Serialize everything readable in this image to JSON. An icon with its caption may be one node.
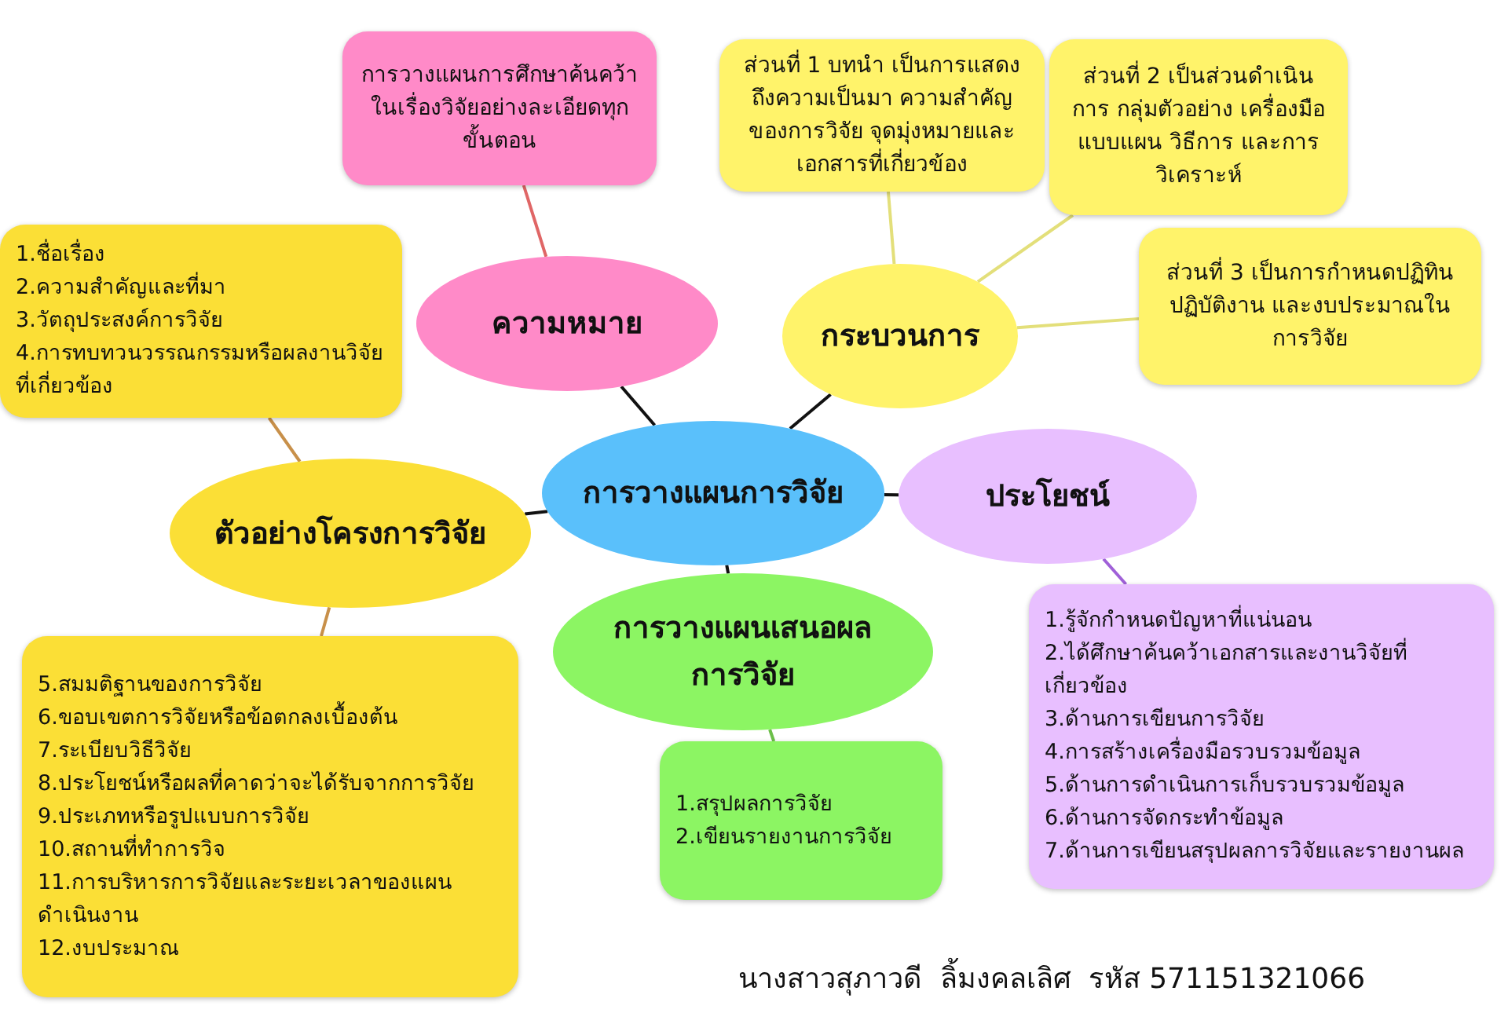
{
  "diagram": {
    "nodes": [
      {
        "text": [
          "การวางแผนการวิจัย"
        ]
      },
      {
        "text": [
          "ความหมาย"
        ]
      },
      {
        "text": [
          "การวางแผนการศึกษาค้นคว้าในเรื่องวิจัยอย่างละเอียดทุกขั้นตอน"
        ]
      },
      {
        "text": [
          "กระบวนการ"
        ]
      },
      {
        "text": [
          "ส่วนที่ 1 บทนำ เป็นการแสดงถึงความเป็นมา ความสำคัญของการวิจัย จุดมุ่งหมายและเอกสารที่เกี่ยวข้อง"
        ]
      },
      {
        "text": [
          "ส่วนที่ 2 เป็นส่วนดำเนินการ กลุ่มตัวอย่าง เครื่องมือ แบบแผน วิธีการ และการวิเคราะห์"
        ]
      },
      {
        "text": [
          "ส่วนที่ 3 เป็นการกำหนดปฏิทินปฏิบัติงาน และงบประมาณในการวิจัย"
        ]
      },
      {
        "text": [
          "ประโยชน์"
        ]
      },
      {
        "text": [
          "1.รู้จักกำหนดปัญหาที่แน่นอน",
          "2.ได้ศึกษาค้นคว้าเอกสารและงานวิจัยที่เกี่ยวข้อง",
          "3.ด้านการเขียนการวิจัย",
          "4.การสร้างเครื่องมือรวบรวมข้อมูล",
          "5.ด้านการดำเนินการเก็บรวบรวมข้อมูล",
          "6.ด้านการจัดกระทำข้อมูล",
          "7.ด้านการเขียนสรุปผลการวิจัยและรายงานผล"
        ]
      },
      {
        "text": [
          "การวางแผนเสนอผลการวิจัย"
        ]
      },
      {
        "text": [
          "1.สรุปผลการวิจัย",
          "2.เขียนรายงานการวิจัย"
        ]
      },
      {
        "text": [
          "ตัวอย่างโครงการวิจัย"
        ]
      },
      {
        "text": [
          "1.ชื่อเรื่อง",
          "2.ความสำคัญและที่มา",
          "3.วัตถุประสงค์การวิจัย",
          "4.การทบทวนวรรณกรรมหรือผลงานวิจัยที่เกี่ยวข้อง"
        ]
      },
      {
        "text": [
          "5.สมมติฐานของการวิจัย",
          "6.ขอบเขตการวิจัยหรือข้อตกลงเบื้องต้น",
          "7.ระเบียบวิธีวิจัย",
          "8.ประโยชน์หรือผลที่คาดว่าจะได้รับจากการวิจัย",
          "9.ประเภทหรือรูปแบบการวิจัย",
          "10.สถานที่ทำการวิจ",
          "11.การบริหารการวิจัยและระยะเวลาของแผนดำเนินงาน",
          "12.งบประมาณ"
        ]
      }
    ],
    "edges": [
      {
        "from": 0,
        "to": 1,
        "arrow": "none"
      },
      {
        "from": 0,
        "to": 3,
        "arrow": "none"
      },
      {
        "from": 0,
        "to": 7,
        "arrow": "none"
      },
      {
        "from": 0,
        "to": 9,
        "arrow": "none"
      },
      {
        "from": 0,
        "to": 11,
        "arrow": "none"
      },
      {
        "from": 1,
        "to": 2,
        "arrow": "none",
        "color": "#e06666"
      },
      {
        "from": 3,
        "to": 4,
        "arrow": "none",
        "color": "#e3df7a"
      },
      {
        "from": 3,
        "to": 5,
        "arrow": "none",
        "color": "#e3df7a"
      },
      {
        "from": 3,
        "to": 6,
        "arrow": "none",
        "color": "#e3df7a"
      },
      {
        "from": 7,
        "to": 8,
        "arrow": "none",
        "color": "#a060d8"
      },
      {
        "from": 9,
        "to": 10,
        "arrow": "none",
        "color": "#6cbf4a"
      },
      {
        "from": 11,
        "to": 12,
        "arrow": "none",
        "color": "#c8904a"
      },
      {
        "from": 11,
        "to": 13,
        "arrow": "none",
        "color": "#c8904a"
      }
    ],
    "labels": [
      "นางสาวสุภาวดี  ลิ้มงคลเลิศ  รหัส 571151321066"
    ]
  }
}
